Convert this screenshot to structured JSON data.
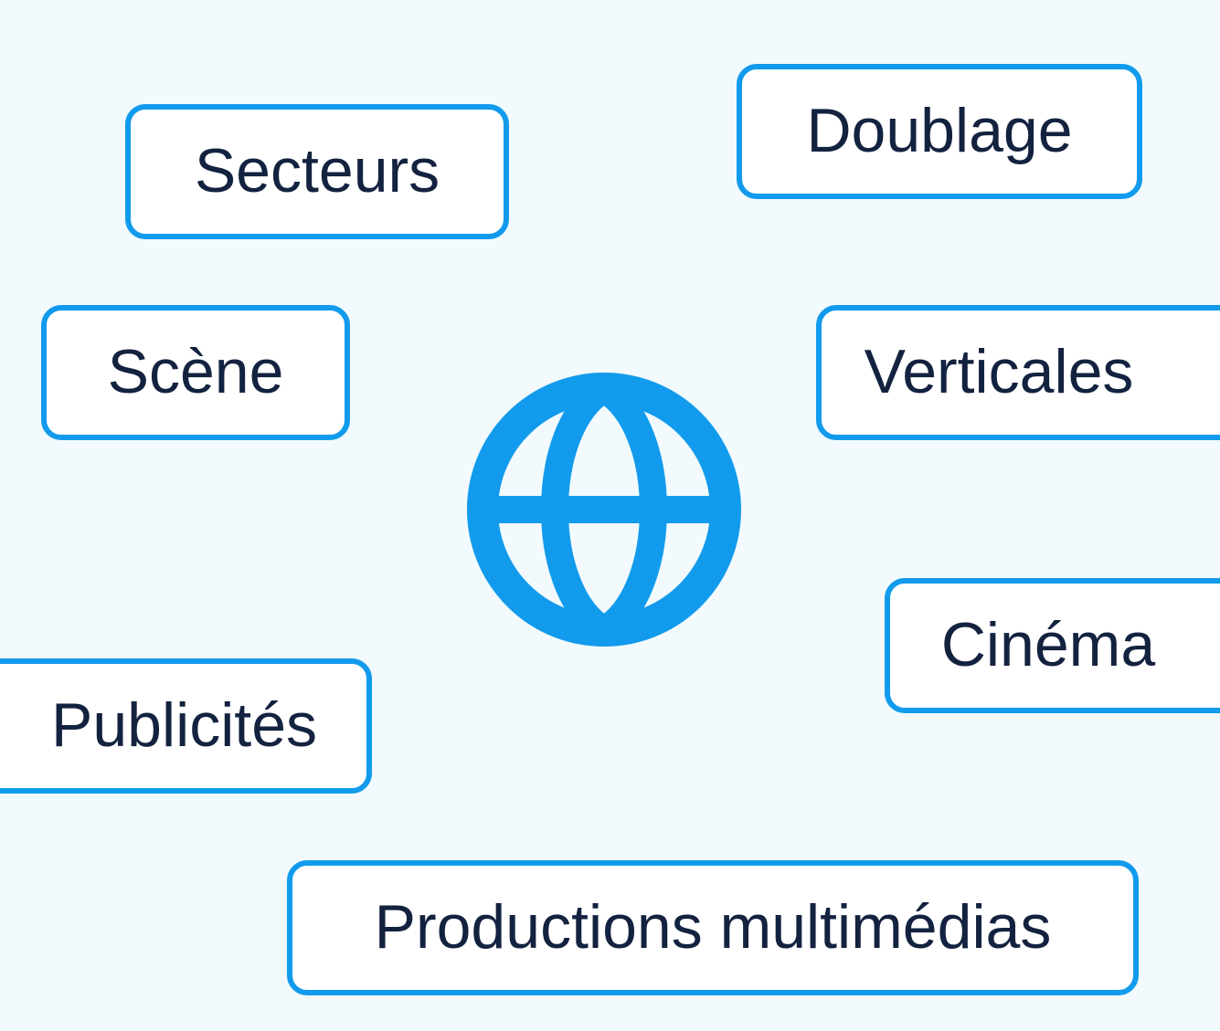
{
  "colors": {
    "background": "#F2FAFD",
    "accent": "#129BEC",
    "text": "#13223F",
    "pill_background": "#FFFFFF"
  },
  "center_icon": "globe-icon",
  "tags": {
    "secteurs": "Secteurs",
    "doublage": "Doublage",
    "scene": "Scène",
    "verticales": "Verticales",
    "cinema": "Cinéma",
    "publicites": "Publicités",
    "productions_multimedias": "Productions multimédias"
  }
}
